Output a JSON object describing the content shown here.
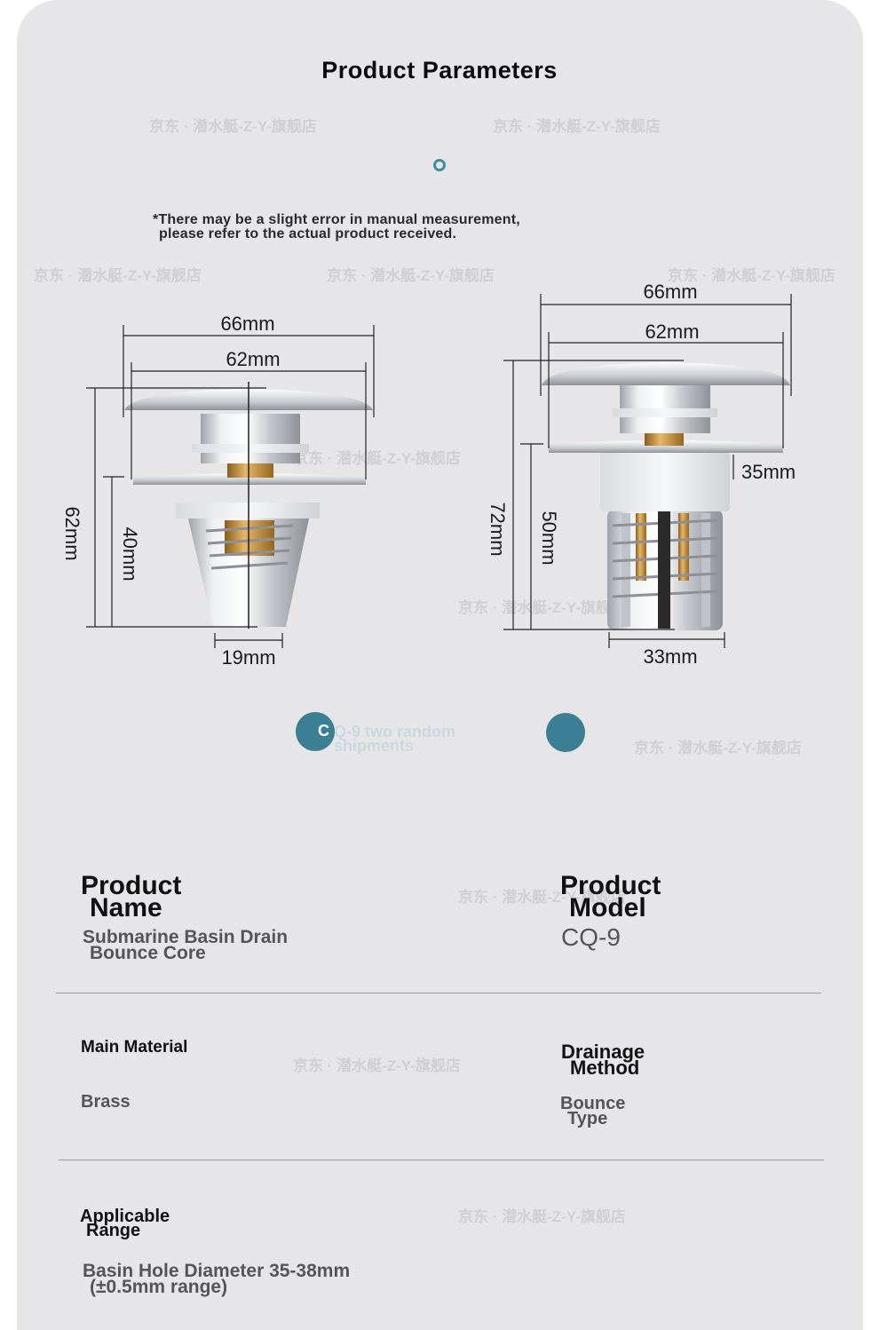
{
  "title": "Product Parameters",
  "note": {
    "line1": "*There may be a slight error in manual measurement,",
    "line2": "please refer to the actual product received."
  },
  "left_drain": {
    "top_width": "66mm",
    "cap_width": "62mm",
    "total_height": "62mm",
    "body_height": "40mm",
    "bottom_width": "19mm"
  },
  "right_drain": {
    "top_width": "66mm",
    "cap_width": "62mm",
    "neck_width": "35mm",
    "total_height": "72mm",
    "body_height": "50mm",
    "bottom_width": "33mm"
  },
  "variant_note": {
    "visible_text": "C",
    "faint_line1": "Q-9 two random",
    "faint_line2": "shipments"
  },
  "specs": {
    "product_name": {
      "label1": "Product",
      "label2": "Name",
      "value1": "Submarine Basin Drain",
      "value2": "Bounce Core"
    },
    "product_model": {
      "label1": "Product",
      "label2": "Model",
      "value": "CQ-9"
    },
    "main_material": {
      "label": "Main Material",
      "value": "Brass"
    },
    "drainage_method": {
      "label1": "Drainage",
      "label2": "Method",
      "value1": "Bounce",
      "value2": "Type"
    },
    "applicable_range": {
      "label1": "Applicable",
      "label2": "Range",
      "value1": "Basin Hole Diameter 35-38mm",
      "value2": "(±0.5mm range)"
    }
  },
  "watermarks": [
    "京东 · 潜水艇-Z-Y-旗舰店"
  ],
  "colors": {
    "accent": "#3a7f93",
    "background": "#e6e6e8",
    "chrome": "#cfd2d6",
    "brass": "#c9953e"
  }
}
